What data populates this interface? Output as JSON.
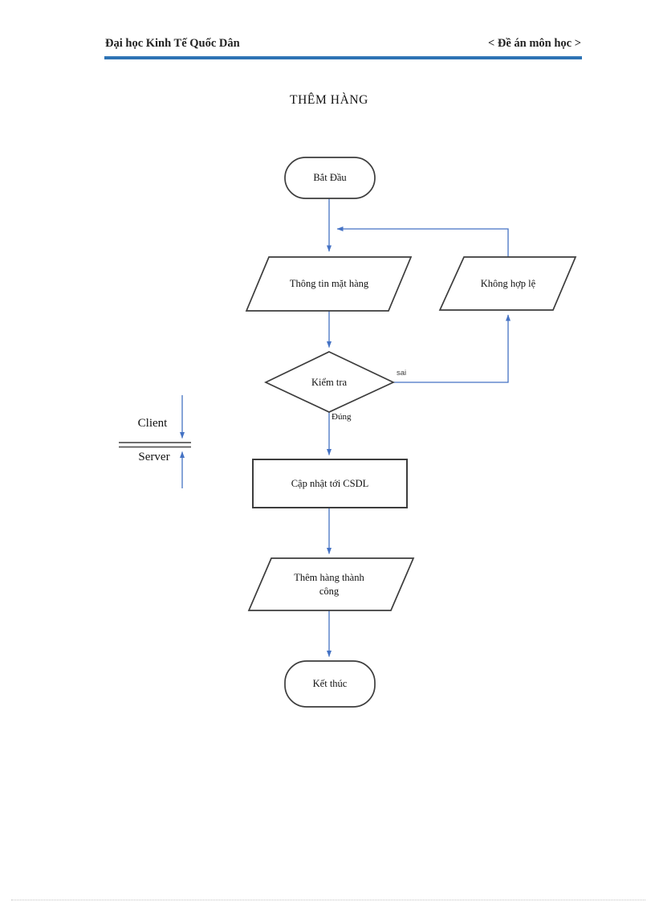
{
  "header": {
    "left_title": "Đại học Kinh Tế Quốc Dân",
    "right_title": "< Đề án môn học >"
  },
  "title": "THÊM HÀNG",
  "flowchart": {
    "start": "Bắt Đầu",
    "input": "Thông tin mặt hàng",
    "invalid": "Không hợp lệ",
    "decision": "Kiểm tra",
    "process": "Cập nhật tới CSDL",
    "success": "Thêm hàng thành công",
    "end": "Kết thúc",
    "branch_false": "sai",
    "branch_true": "Đúng",
    "lane_top": "Client",
    "lane_bottom": "Server"
  },
  "colors": {
    "header_rule": "#2E74B5",
    "connector_blue": "#4472C4",
    "shape_outline": "#3D3D3D"
  }
}
